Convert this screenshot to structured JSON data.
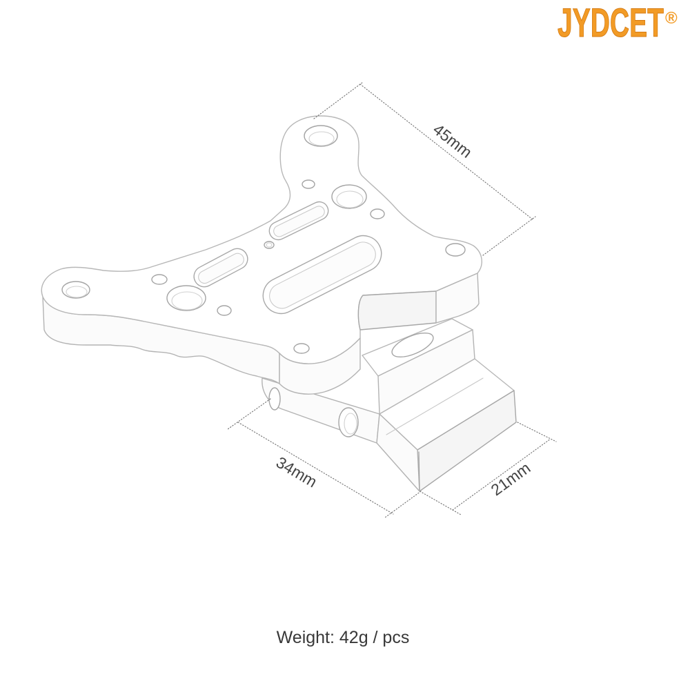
{
  "logo": {
    "text": "JYDCET",
    "registered_mark": "®",
    "color": "#f29b26"
  },
  "dimensions": [
    "45mm",
    "34mm",
    "21mm"
  ],
  "weight": "Weight: 42g / pcs"
}
